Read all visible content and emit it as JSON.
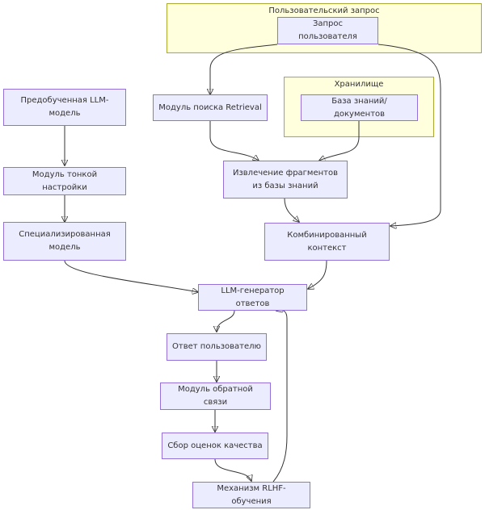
{
  "clusters": {
    "user_request": {
      "title": "Пользовательский запрос"
    },
    "storage": {
      "title": "Хранилище"
    }
  },
  "nodes": {
    "user_query": "Запрос пользователя",
    "pretrained_llm": "Предобученная LLM-\nмодель",
    "fine_tuning": "Модуль тонкой настройки",
    "specialized_model": "Специализированная\nмодель",
    "retrieval_module": "Модуль поиска Retrieval",
    "knowledge_base": "База знаний/документов",
    "fragment_extraction": "Извлечение фрагментов\nиз базы знаний",
    "combined_context": "Комбинированный\nконтекст",
    "llm_generator": "LLM-генератор ответов",
    "user_answer": "Ответ пользователю",
    "feedback_module": "Модуль обратной связи",
    "quality_collection": "Сбор оценок качества",
    "rlhf": "Механизм RLHF-обучения"
  },
  "colors": {
    "node_fill": "#ececff",
    "node_border": "#9370db",
    "cluster_fill": "#ffffde",
    "cluster_border": "#aaaa33",
    "edge": "#333333"
  }
}
